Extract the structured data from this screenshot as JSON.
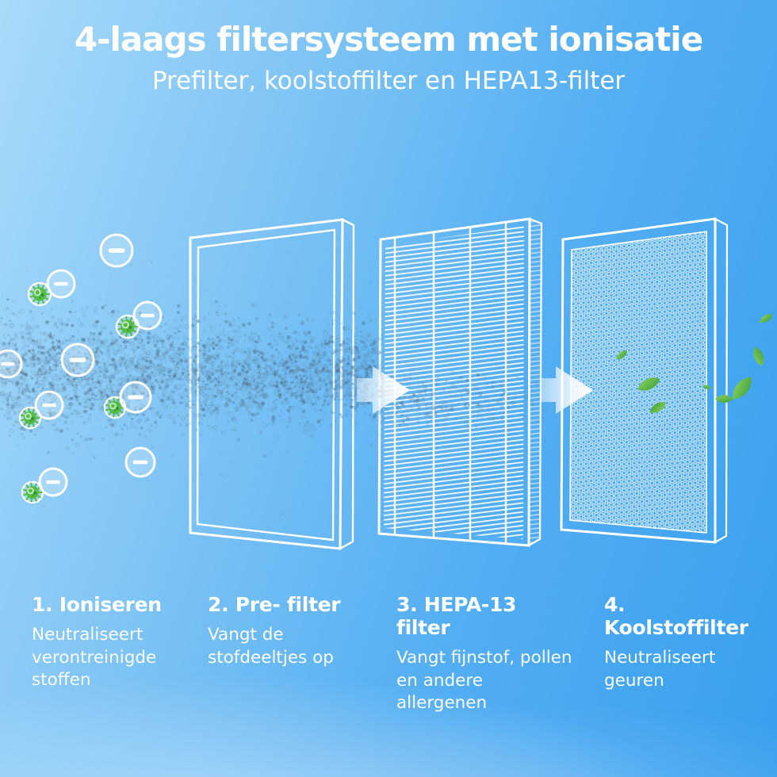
{
  "header": {
    "title": "4-laags filtersysteem met ionisatie",
    "subtitle": "Prefilter, koolstoffilter en HEPA13-filter"
  },
  "steps": [
    {
      "heading": "1. Ioniseren",
      "description": "Neutraliseert verontreinigde stoffen"
    },
    {
      "heading": "2. Pre- filter",
      "description": "Vangt de stofdeeltjes op"
    },
    {
      "heading": "3. HEPA-13 filter",
      "description": "Vangt fijnstof, pollen en andere allergenen"
    },
    {
      "heading": "4. Koolstoffilter",
      "description": "Neutraliseert geuren"
    }
  ],
  "illustration": {
    "ion_symbol": "−",
    "icons": [
      "negative-ion-icon",
      "virus-icon",
      "dust-particle-cloud",
      "prefilter-panel",
      "hepa-filter-panel",
      "carbon-filter-panel",
      "flow-arrow-icon",
      "leaf-icon"
    ],
    "colors": {
      "background_top_left": "#a9daf9",
      "background_right": "#379fef",
      "panel_line": "#ffffff",
      "virus_green": "#55bd48",
      "virus_green_dark": "#2f8f2f",
      "leaf_green_light": "#8ed45e",
      "leaf_green_dark": "#3c9c3c",
      "dust": "#5d7e95"
    }
  }
}
